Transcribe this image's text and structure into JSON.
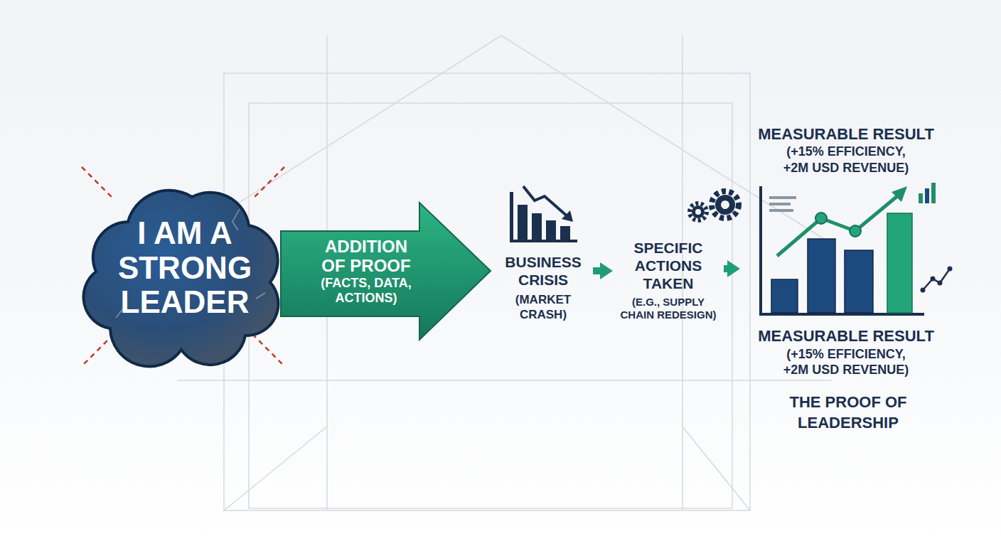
{
  "diagram": {
    "nodes": [
      {
        "text": [
          "I AM A STRONG LEADER"
        ]
      },
      {
        "text": [
          "ADDITION OF PROOF",
          "(FACTS, DATA, ACTIONS)"
        ]
      },
      {
        "text": [
          "BUSINESS CRISIS",
          "(MARKET CRASH)"
        ]
      },
      {
        "text": [
          "SPECIFIC ACTIONS TAKEN",
          "(E.G., SUPPLY CHAIN REDESIGN)"
        ]
      },
      {
        "text": [
          "MEASURABLE RESULT",
          "(+15% EFFICIENCY, +2M USD REVENUE)",
          "MEASURABLE RESULT",
          "(+15% EFFICIENCY, +2M USD REVENUE)"
        ]
      }
    ],
    "edges": [
      {
        "from": 2,
        "to": 3,
        "arrow": "to"
      },
      {
        "from": 3,
        "to": 4,
        "arrow": "to"
      }
    ],
    "labels": [
      "THE PROOF OF LEADERSHIP"
    ]
  }
}
